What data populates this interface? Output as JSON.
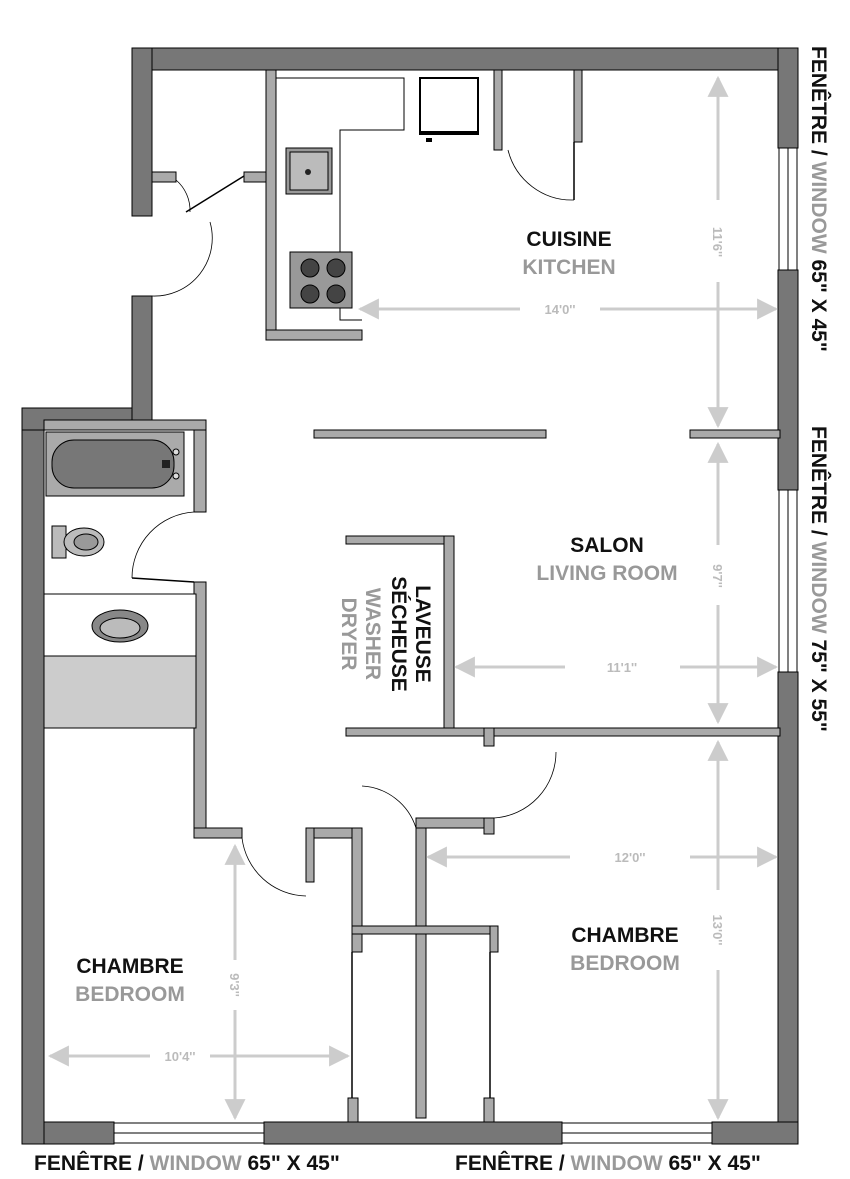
{
  "rooms": {
    "kitchen": {
      "fr": "CUISINE",
      "en": "KITCHEN"
    },
    "living": {
      "fr": "SALON",
      "en": "LIVING ROOM"
    },
    "laundry": {
      "fr1": "LAVEUSE",
      "fr2": "SÉCHEUSE",
      "en1": "WASHER",
      "en2": "DRYER"
    },
    "bedroom_right": {
      "fr": "CHAMBRE",
      "en": "BEDROOM"
    },
    "bedroom_left": {
      "fr": "CHAMBRE",
      "en": "BEDROOM"
    }
  },
  "dimensions": {
    "kitchen_width": "14'0''",
    "kitchen_depth": "11'6''",
    "living_width": "11'1''",
    "living_depth": "9'7''",
    "bedroom_right_width": "12'0''",
    "bedroom_right_depth": "13'0''",
    "bedroom_left_width": "10'4''",
    "bedroom_left_depth": "9'3''"
  },
  "windows": {
    "right_top": {
      "fr": "FENÊTRE / ",
      "en": "WINDOW",
      "size": " 65\" X 45\""
    },
    "right_bottom": {
      "fr": "FENÊTRE / ",
      "en": "WINDOW",
      "size": " 75\" X 55\""
    },
    "bottom_left": {
      "fr": "FENÊTRE / ",
      "en": "WINDOW",
      "size": " 65\" X 45\""
    },
    "bottom_right": {
      "fr": "FENÊTRE / ",
      "en": "WINDOW",
      "size": " 65\" X 45\""
    }
  },
  "colors": {
    "wall": "#777777",
    "text_dark": "#111111",
    "text_light": "#999999",
    "dim_line": "#cccccc"
  }
}
